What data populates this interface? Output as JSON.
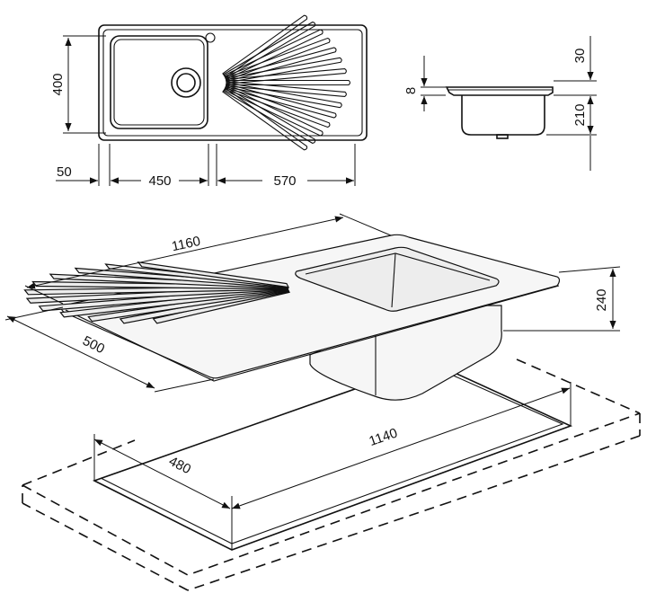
{
  "dimensions": {
    "front_view": {
      "height": "400",
      "margin": "50",
      "bowl_width": "450",
      "drainer_width": "570"
    },
    "side_view": {
      "top_height": "30",
      "flange": "8",
      "depth": "210"
    },
    "perspective": {
      "length": "1160",
      "width": "500",
      "height": "240"
    },
    "cutout": {
      "length": "1140",
      "width": "480"
    }
  }
}
